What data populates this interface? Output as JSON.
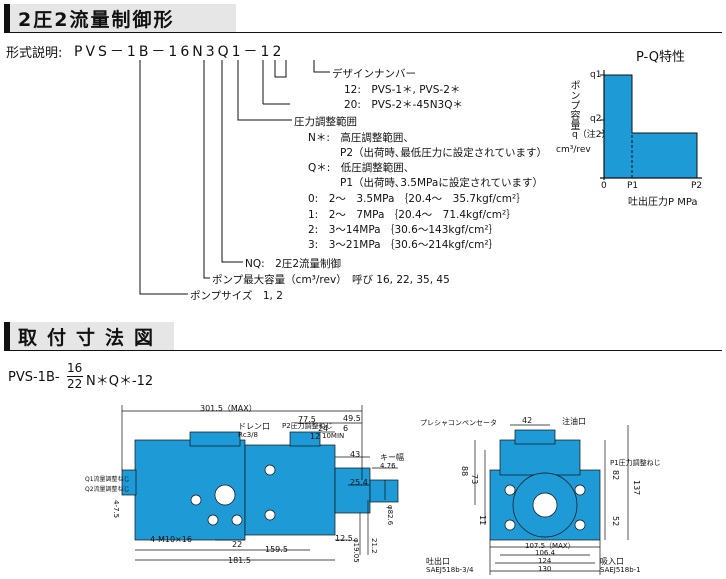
{
  "section1": {
    "title": "2圧2流量制御形"
  },
  "model_code": {
    "label": "形式説明:",
    "code": "PVS－1B－16N3Q1－12"
  },
  "legend": {
    "design_no": "デザインナンバー",
    "design_12": "12:　PVS-1＊, PVS-2＊",
    "design_20": "20:　PVS-2＊-45N3Q＊",
    "pressure_range": "圧力調整範囲",
    "n_label": "N＊:　高圧調整範囲、",
    "n_detail": "P2（出荷時､最低圧力に設定されています）",
    "q_label": "Q＊:　低圧調整範囲、",
    "q_detail": "P1（出荷時､3.5MPaに設定されています）",
    "range_0": "0:　2～　3.5MPa ｛20.4～　35.7kgf/cm²｝",
    "range_1": "1:　2～　7MPa ｛20.4～　71.4kgf/cm²｝",
    "range_2": "2:　3～14MPa ｛30.6～143kgf/cm²｝",
    "range_3": "3:　3～21MPa ｛30.6～214kgf/cm²｝",
    "nq": "NQ:　2圧2流量制御",
    "capacity": "ポンプ最大容量（cm³/rev）　呼び 16, 22, 35, 45",
    "size": "ポンプサイズ　1, 2"
  },
  "pq": {
    "title": "P-Q特性",
    "ylabel": "ポンプ容量",
    "q1": "q1",
    "q2": "q2",
    "q": "q（注2）",
    "unit": "cm³/rev",
    "origin": "0",
    "p1": "P1",
    "p2": "P2",
    "xlabel": "吐出圧力P MPa",
    "fill_color": "#1e9ad6"
  },
  "section2": {
    "title": "取付寸法図"
  },
  "model_variant": {
    "prefix": "PVS-1B-",
    "num_top": "16",
    "num_bottom": "22",
    "suffix": "N＊Q＊-12"
  },
  "dims": {
    "d301": "301.5（MAX）",
    "d77": "77.5",
    "d49": "49.5",
    "d24": "24",
    "d6": "6",
    "d12": "12",
    "d10": "10MIN",
    "d43": "43",
    "d25": "25.4",
    "d4": "4.76",
    "key": "キー幅",
    "d159": "159.5",
    "d181": "181.5",
    "d22": "22",
    "d125": "12.5",
    "d82": "φ82.6",
    "d19": "φ19.05",
    "d21": "21.2",
    "d473": "4-M10×16",
    "d47": "4-7.5",
    "drain": "ドレン口",
    "rc": "Rc3/8",
    "p2adj": "P2圧力調整ねじ",
    "q1adj": "Q1流量調整ねじ",
    "q2adj": "Q2流量調整ねじ",
    "comp": "プレシャコンペンセータ",
    "d42": "42",
    "oil": "注油口",
    "p1adj": "P1圧力調整ねじ",
    "d88": "88",
    "d73": "73",
    "d11": "11",
    "d82b": "82",
    "d52": "52",
    "d137": "137",
    "d106": "106.4",
    "d107": "107.5（MAX）",
    "d124": "124",
    "d130": "130",
    "outlet": "吐出口",
    "outlet_sae": "SAEJ518b-3/4",
    "inlet": "吸入口",
    "inlet_sae": "SAEJ518b-1"
  }
}
